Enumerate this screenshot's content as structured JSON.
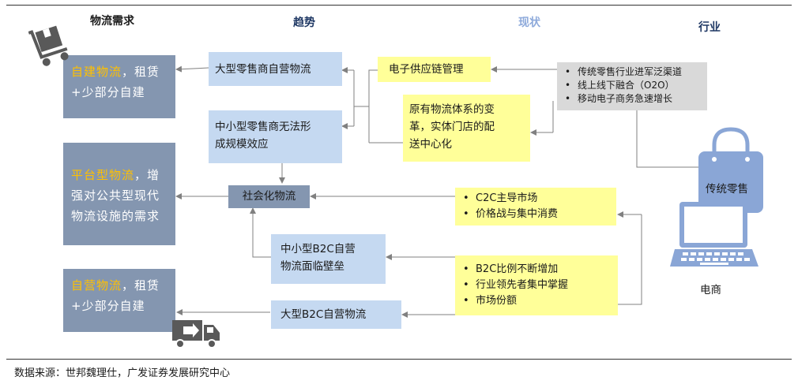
{
  "headers": {
    "demand": "物流需求",
    "trend": "趋势",
    "status": "现状",
    "industry": "行业"
  },
  "demand_boxes": {
    "top": {
      "highlight": "自建物流",
      "rest_line1": "，租赁",
      "line2": "+少部分自建"
    },
    "middle": {
      "highlight": "平台型物流",
      "rest_line1": "，增",
      "line2": "强对公共型现代",
      "line3": "物流设施的需求"
    },
    "bottom": {
      "highlight": "自营物流",
      "rest_line1": "，租赁",
      "line2": "+少部分自建"
    }
  },
  "trend_boxes": {
    "large_retailer": "大型零售商自营物流",
    "small_retailer_line1": "中小型零售商无法形",
    "small_retailer_line2": "成规模效应",
    "socialized": "社会化物流",
    "small_b2c_line1": "中小型B2C自营",
    "small_b2c_line2": "物流面临壁垒",
    "large_b2c": "大型B2C自营物流"
  },
  "status_boxes": {
    "supply_chain": "电子供应链管理",
    "reform_line1": "原有物流体系的变",
    "reform_line2": "革，实体门店的配",
    "reform_line3": "送中心化",
    "c2c": [
      "C2C主导市场",
      "价格战与集中消费"
    ],
    "b2c": [
      "B2C比例不断增加",
      "行业领先者集中掌握",
      "市场份额"
    ]
  },
  "industry": {
    "retail_points": [
      "传统零售行业进军泛渠道",
      "线上线下融合（O2O）",
      "移动电子商务急速增长"
    ],
    "traditional_retail": "传统零售",
    "ecommerce": "电商"
  },
  "source": "数据来源：世邦魏理仕，广发证券发展研究中心",
  "colors": {
    "demand_box": "#8496b0",
    "highlight": "#ffc000",
    "trend_box": "#c5d9f1",
    "status_box": "#ffff99",
    "industry_box": "#d9d9d9",
    "icon_blue": "#8aa6d6"
  }
}
